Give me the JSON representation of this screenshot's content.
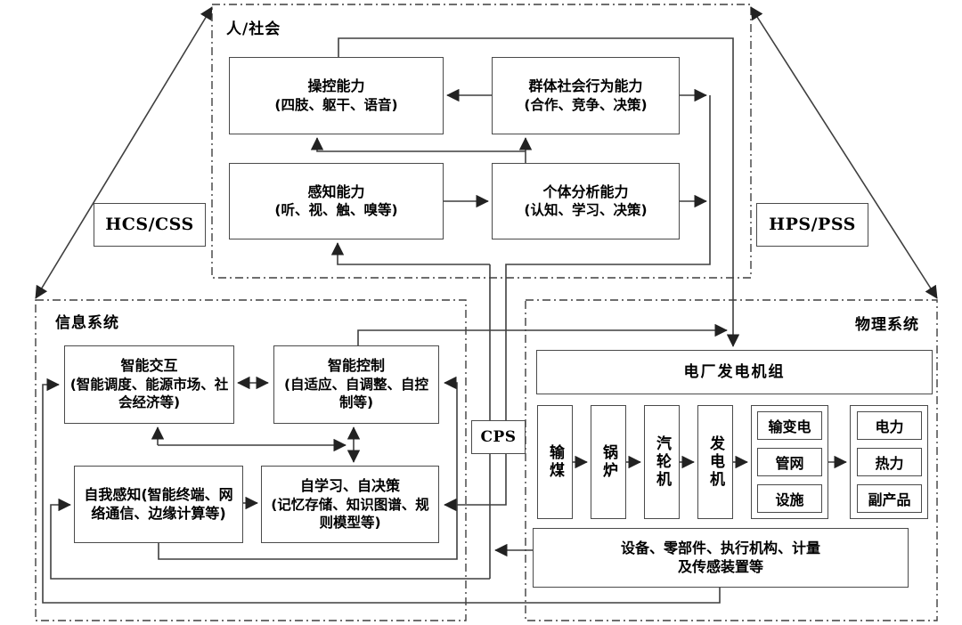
{
  "human_society": {
    "label": "人/社会",
    "control": {
      "title": "操控能力",
      "subtitle": "(四肢、躯干、语音)"
    },
    "group_social": {
      "title": "群体社会行为能力",
      "subtitle": "(合作、竞争、决策)"
    },
    "perception": {
      "title": "感知能力",
      "subtitle": "(听、视、触、嗅等)"
    },
    "individual_analysis": {
      "title": "个体分析能力",
      "subtitle": "(认知、学习、决策)"
    }
  },
  "interfaces": {
    "hcs_css": "HCS/CSS",
    "hps_pss": "HPS/PSS",
    "cps": "CPS"
  },
  "info_system": {
    "label": "信息系统",
    "smart_interaction": {
      "title": "智能交互",
      "subtitle": "(智能调度、能源市场、社会经济等)"
    },
    "smart_control": {
      "title": "智能控制",
      "subtitle": "(自适应、自调整、自控制等)"
    },
    "self_perception": {
      "title": "自我感知(智能终端、网络通信、边缘计算等)"
    },
    "self_learning": {
      "title": "自学习、自决策",
      "subtitle": "(记忆存储、知识图谱、规则模型等)"
    }
  },
  "physical_system": {
    "label": "物理系统",
    "generator_unit": "电厂发电机组",
    "chain": [
      "输煤",
      "锅炉",
      "汽轮机",
      "发电机"
    ],
    "grid_group": [
      "输变电",
      "管网",
      "设施"
    ],
    "output_group": [
      "电力",
      "热力",
      "副产品"
    ],
    "devices": {
      "line1": "设备、零部件、执行机构、计量",
      "line2": "及传感装置等"
    }
  },
  "colors": {
    "line": "#3f3f3f",
    "text": "#000000",
    "background": "#ffffff"
  }
}
